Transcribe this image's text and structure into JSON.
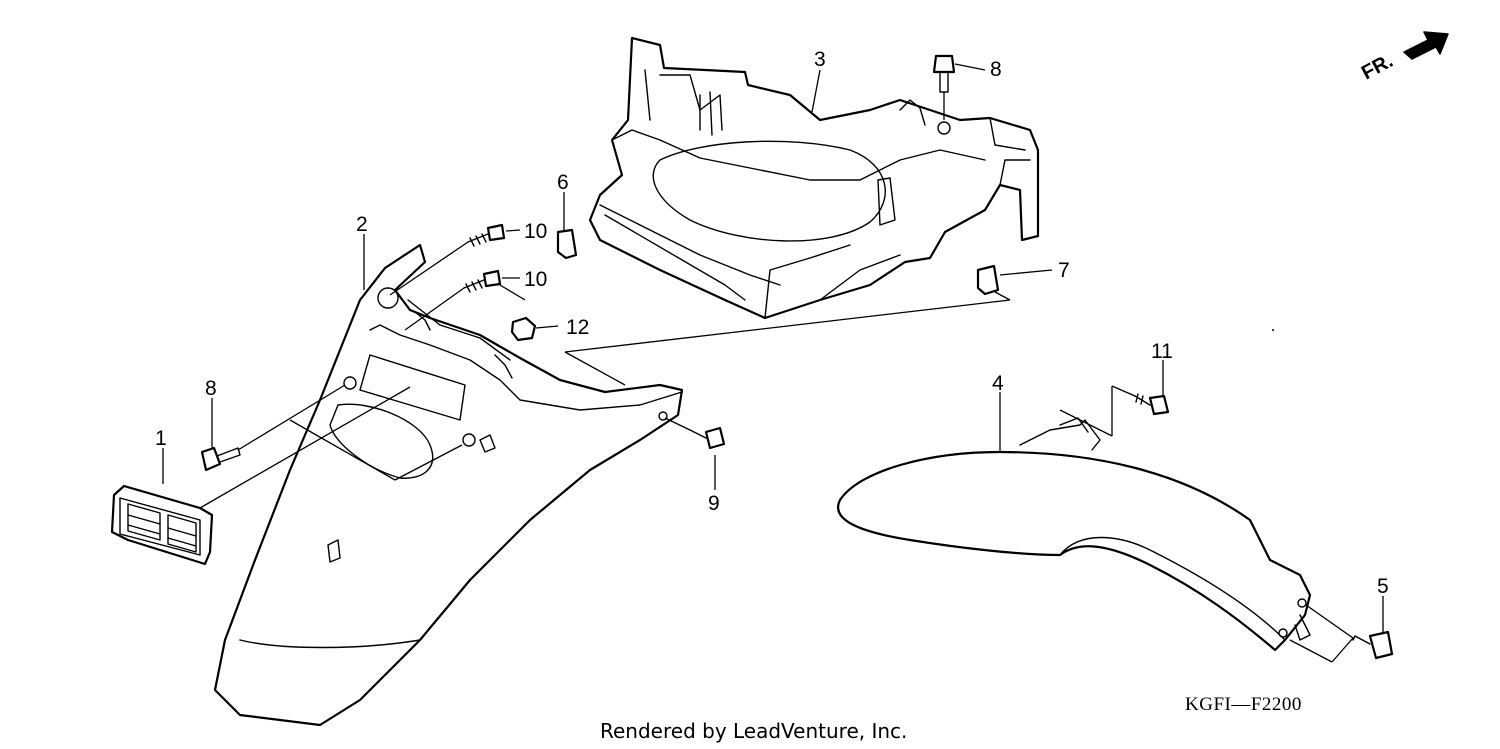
{
  "diagram": {
    "callouts": {
      "c1": "1",
      "c2": "2",
      "c3": "3",
      "c4": "4",
      "c5": "5",
      "c6": "6",
      "c7": "7",
      "c8_top": "8",
      "c8_left": "8",
      "c9": "9",
      "c10_a": "10",
      "c10_b": "10",
      "c11": "11",
      "c12": "12"
    },
    "direction_label": "FR.",
    "diagram_code": "KGFI—F2200",
    "credit": "Rendered by LeadVenture, Inc."
  }
}
